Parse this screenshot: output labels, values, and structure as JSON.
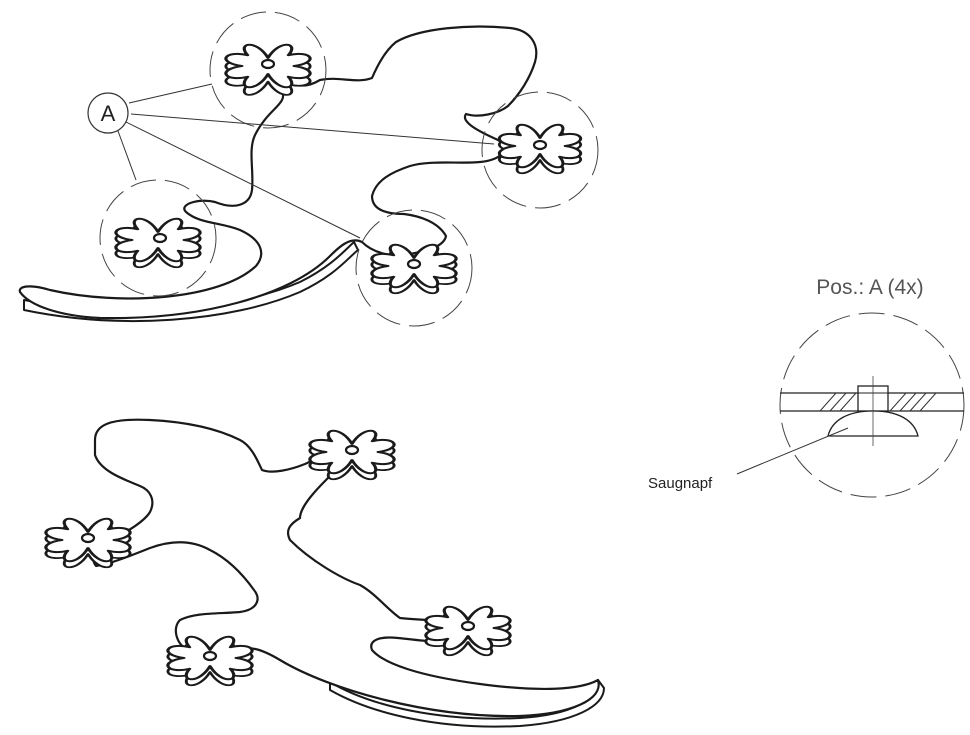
{
  "callout_letter": "A",
  "detail_title": "Pos.: A (4x)",
  "detail_part_label": "Saugnapf",
  "colors": {
    "line": "#1a1a1a",
    "leader": "#333333",
    "background": "#ffffff"
  }
}
